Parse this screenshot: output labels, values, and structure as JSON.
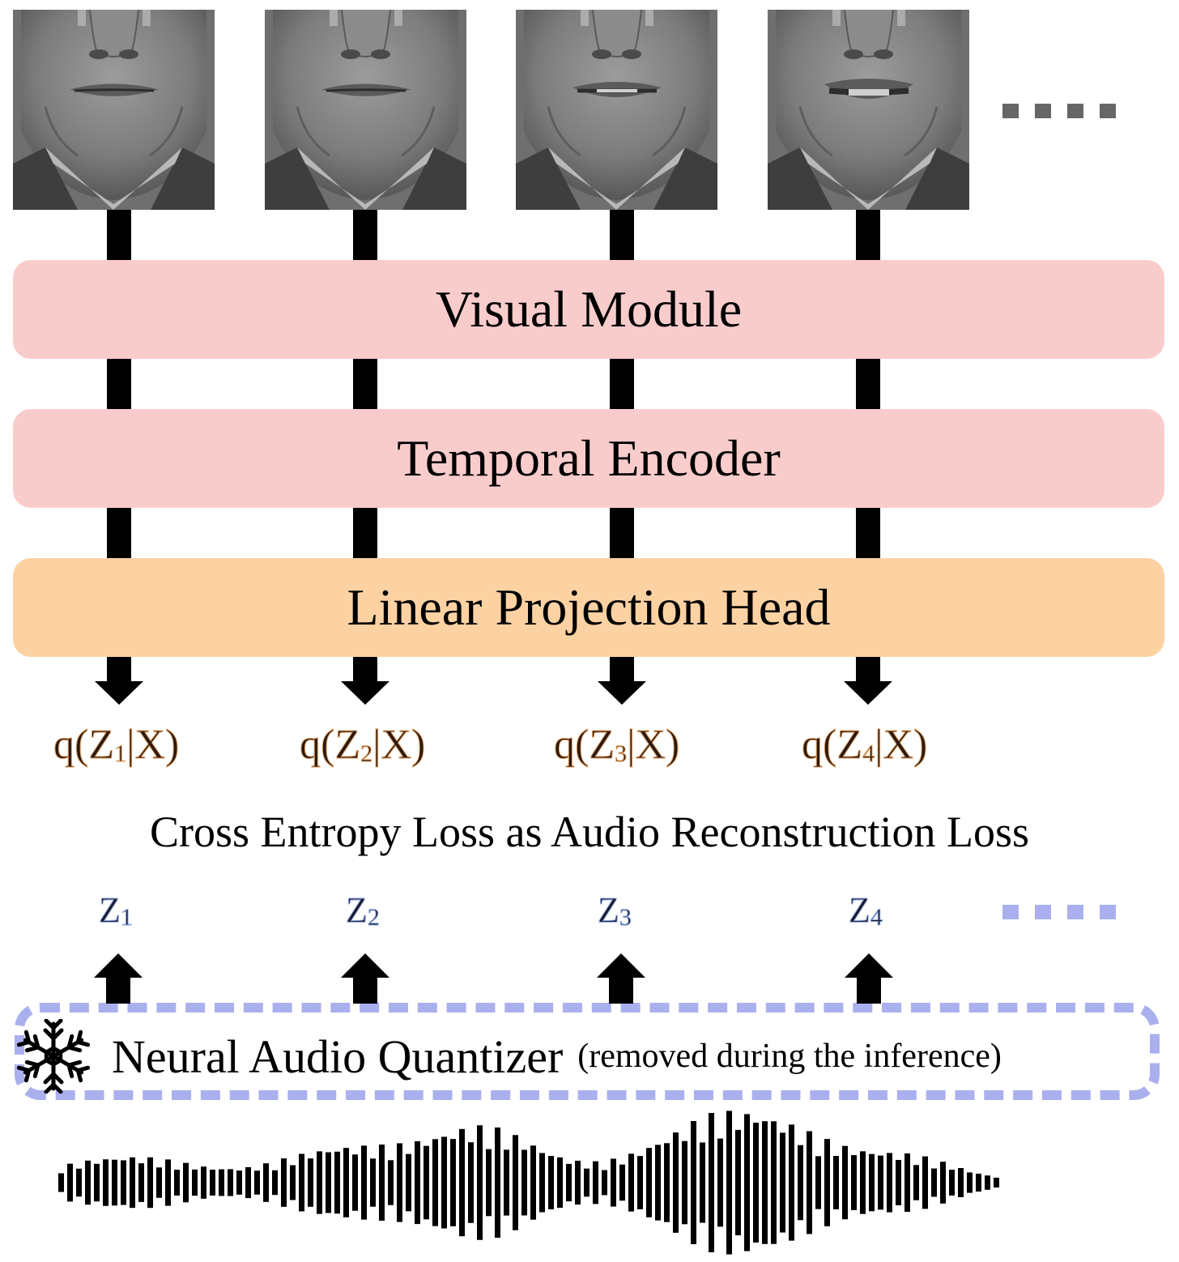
{
  "frames": [
    {
      "mouth": "closed"
    },
    {
      "mouth": "closed"
    },
    {
      "mouth": "slightly-open"
    },
    {
      "mouth": "open"
    }
  ],
  "modules": {
    "visual": "Visual Module",
    "temporal": "Temporal Encoder",
    "projection": "Linear Projection Head"
  },
  "outputs": [
    {
      "prefix": "q(Z",
      "index": "1",
      "suffix": "|X)"
    },
    {
      "prefix": "q(Z",
      "index": "2",
      "suffix": "|X)"
    },
    {
      "prefix": "q(Z",
      "index": "3",
      "suffix": "|X)"
    },
    {
      "prefix": "q(Z",
      "index": "4",
      "suffix": "|X)"
    }
  ],
  "loss_label": "Cross Entropy Loss as Audio Reconstruction Loss",
  "tokens": [
    {
      "symbol": "Z",
      "index": "1"
    },
    {
      "symbol": "Z",
      "index": "2"
    },
    {
      "symbol": "Z",
      "index": "3"
    },
    {
      "symbol": "Z",
      "index": "4"
    }
  ],
  "quantizer": {
    "title": "Neural Audio Quantizer",
    "note": "(removed during the inference)",
    "icon": "snowflake-icon"
  },
  "colors": {
    "pink_box": "#f9cccc",
    "orange_box": "#fdd2a3",
    "dashed_border": "#aab0ee",
    "top_dots": "#666666",
    "bottom_dots": "#aab0ee"
  }
}
